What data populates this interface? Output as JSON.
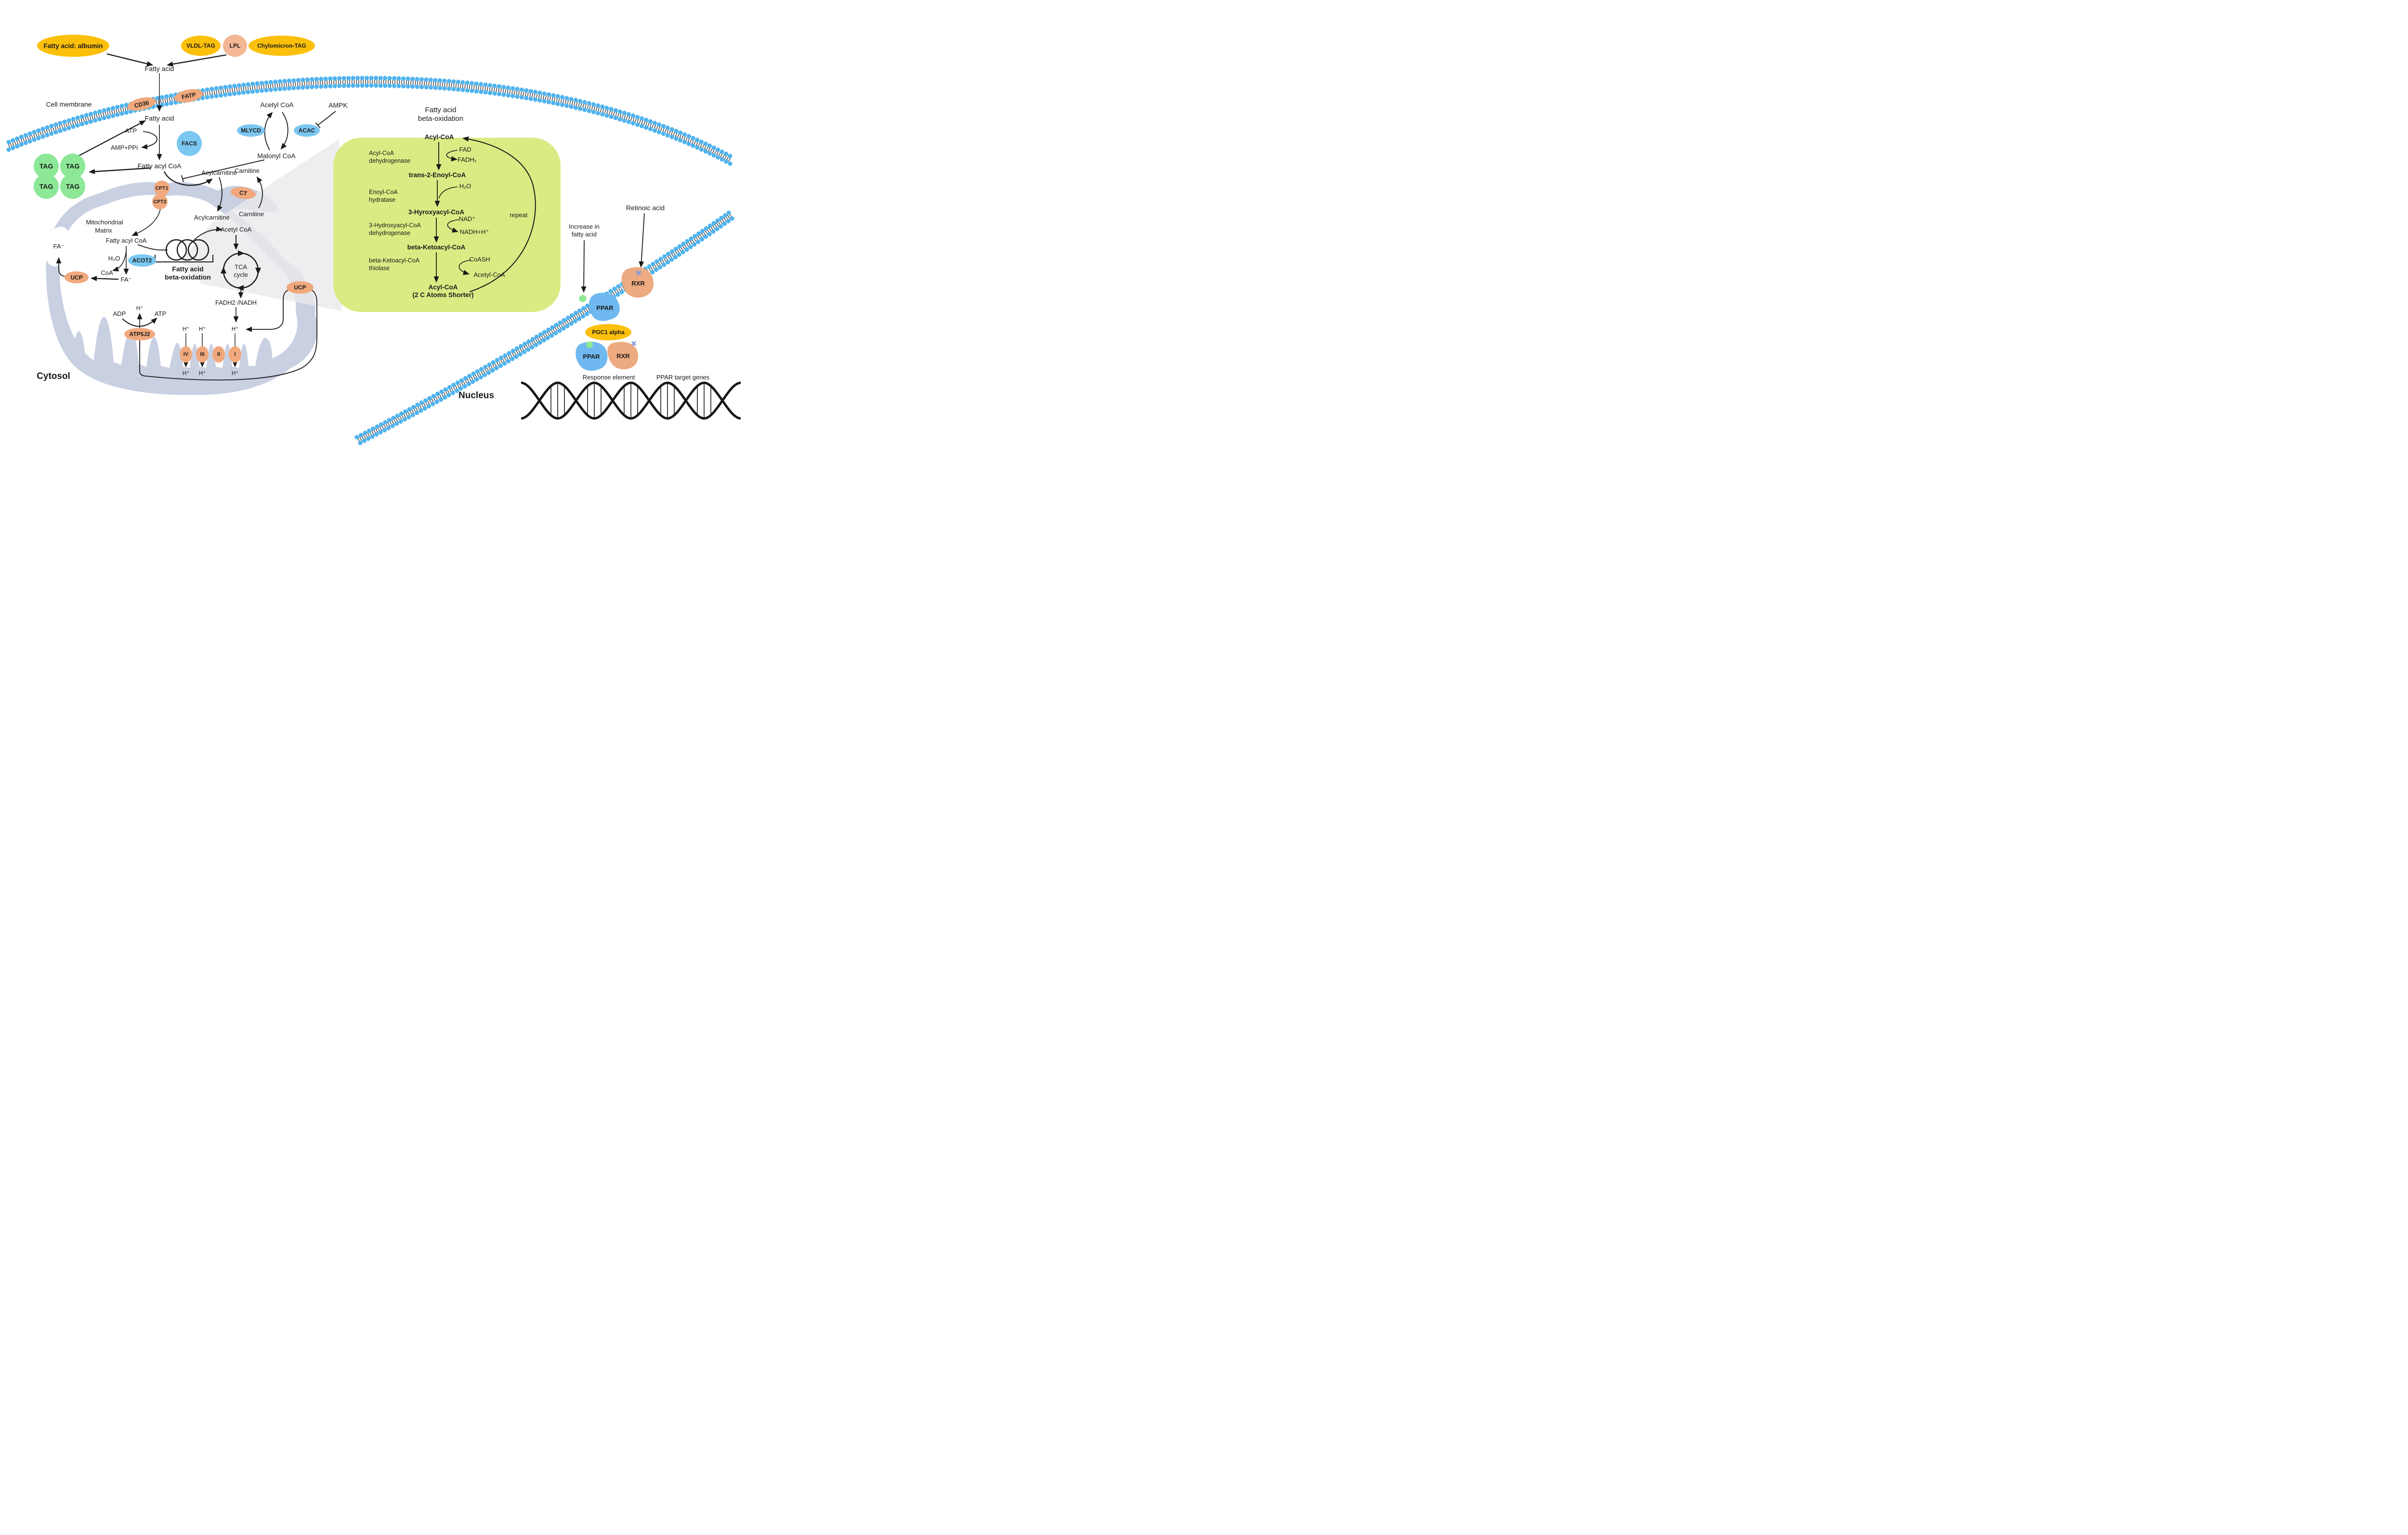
{
  "colors": {
    "gold": "#fcc00a",
    "peach": "#f0a87c",
    "peach_light": "#f3b795",
    "enzyme_blue": "#7cc7f2",
    "ppar_blue": "#6fb9f0",
    "rxr_peach": "#eeaa80",
    "tag_green": "#8ce897",
    "dot_green": "#8de992",
    "x_purple": "#8d9fd8",
    "box_green": "#d9ec83",
    "lavender": "#c9d0e2",
    "membrane_blue": "#4fb4f0",
    "ink": "#1a1a1a"
  },
  "top": {
    "albumin": "Fatty acid: albumin",
    "vldl": "VLDL-TAG",
    "lpl": "LPL",
    "chylomicron": "Chylomicron-TAG",
    "fatty_acid": "Fatty acid"
  },
  "membrane": {
    "label": "Cell membrane",
    "cd36": "CD36",
    "fatp": "FATP"
  },
  "cytosol": {
    "label": "Cytosol",
    "fatty_acid": "Fatty acid",
    "atp": "ATP",
    "amp_ppi": "AMP+PPi",
    "facs": "FACS",
    "tag": "TAG",
    "fatty_acyl_coa": "Fatty acyl CoA",
    "acetyl_coa": "Acetyl CoA",
    "ampk": "AMPK",
    "mlycd": "MLYCD",
    "acac": "ACAC",
    "malonyl_coa": "Malonyl CoA",
    "acylcarnitine": "Acylcarnitine",
    "carnitine": "Carnitine"
  },
  "shuttle": {
    "cpt1": "CPT1",
    "cpt2": "CPT2",
    "ct": "CT",
    "acylcarnitine": "Acylcarnitine",
    "carnitine": "Carnitine"
  },
  "matrix": {
    "title1": "Mitochondrial",
    "title2": "Matrix",
    "fatty_acyl_coa": "Fatty acyl CoA",
    "h2o": "H₂O",
    "acot2": "ACOT2",
    "coa": "CoA",
    "fa": "FA⁻",
    "ucp": "UCP",
    "acetyl_coa": "Acetyl CoA",
    "tca1": "TCA",
    "tca2": "cycle",
    "betaox1": "Fatty acid",
    "betaox2": "beta-oxidation",
    "fadh_nadh": "FADH2 /NADH",
    "h": "H⁺",
    "adp": "ADP",
    "atp": "ATP",
    "atp5j2": "ATP5J2",
    "c4": "IV",
    "c3": "III",
    "c2": "II",
    "c1": "I"
  },
  "green_box": {
    "title1": "Fatty acid",
    "title2": "beta-oxidation",
    "m0": "Acyl-CoA",
    "m1": "trans-2-Enoyl-CoA",
    "m2": "3-Hyroxyacyl-CoA",
    "m3": "beta-Ketoacyl-CoA",
    "m4": "Acyl-CoA",
    "m4b": "(2 C Atoms Shorter)",
    "e0a": "Acyl-CoA",
    "e0b": "dehydrogenase",
    "e1a": "Enoyl-CoA",
    "e1b": "hydratase",
    "e2a": "3-Hydroxyacyl-CoA",
    "e2b": "dehydrogenase",
    "e3a": "beta-Ketoacyl-CoA",
    "e3b": "thiolase",
    "fad": "FAD",
    "fadh2": "FADH₂",
    "h2o": "H₂O",
    "nad": "NAD⁺",
    "nadh": "NADH+H⁺",
    "coash": "CoASH",
    "acetyl": "Acetyl-CoA",
    "repeat": "repeat"
  },
  "nucleus": {
    "label": "Nucleus",
    "increase1": "Increase in",
    "increase2": "fatty acid",
    "retinoic": "Retinoic acid",
    "ppar": "PPAR",
    "rxr": "RXR",
    "pgc1": "PGC1 alpha",
    "response": "Response element",
    "targets": "PPAR target genes"
  }
}
